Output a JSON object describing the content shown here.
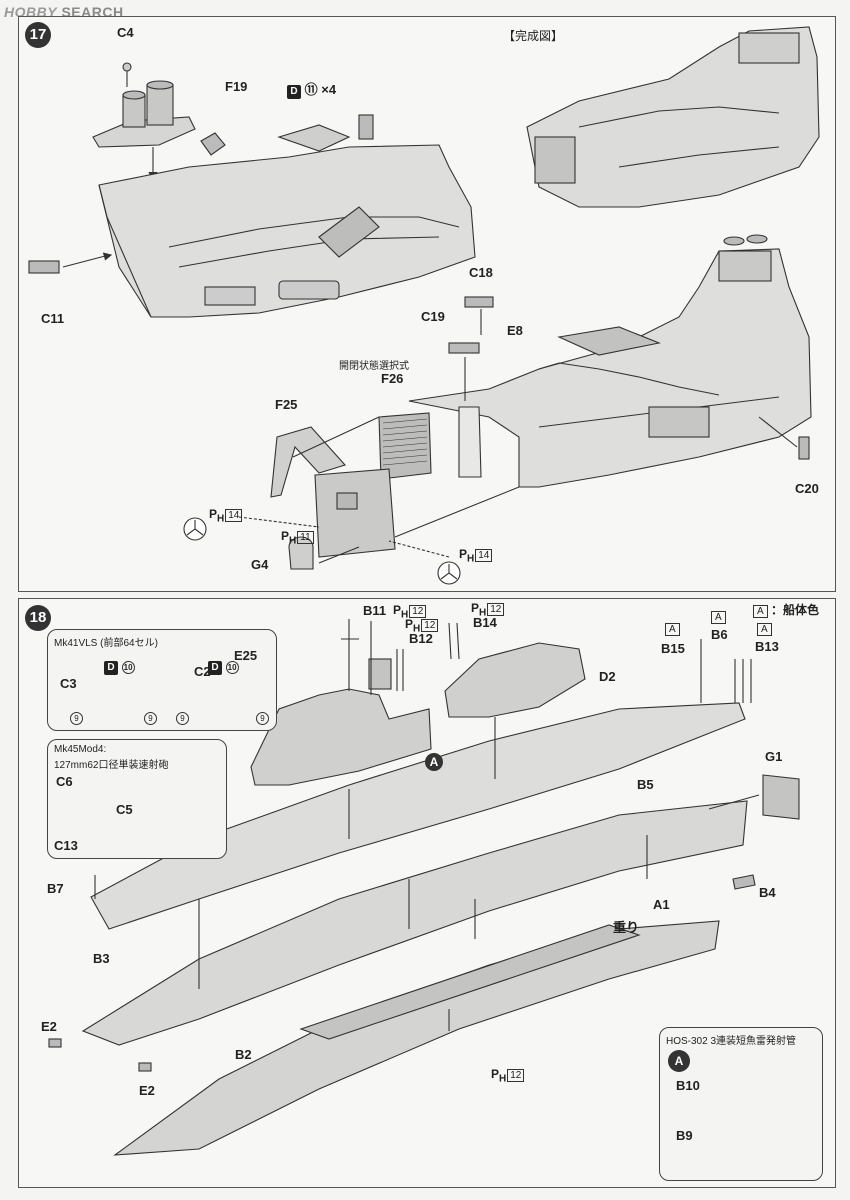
{
  "watermark": {
    "brand": "HOBBY",
    "text": "SEARCH"
  },
  "step17": {
    "number": "17",
    "completed_label": "【完成図】",
    "open_state_note": "開閉状態選択式",
    "d_badge": "D",
    "d_num": "⑪",
    "d_mult": "×4",
    "labels": {
      "c4": "C4",
      "f19": "F19",
      "c11": "C11",
      "c18": "C18",
      "e8": "E8",
      "c19": "C19",
      "f26": "F26",
      "f25": "F25",
      "c20": "C20",
      "g4": "G4"
    },
    "ph_a": {
      "prefix": "P",
      "sub": "H",
      "num": "14"
    },
    "ph_b": {
      "prefix": "P",
      "sub": "H",
      "num": "11"
    },
    "ph_c": {
      "prefix": "P",
      "sub": "H",
      "num": "14"
    }
  },
  "step18": {
    "number": "18",
    "hull_color_badge": "A",
    "hull_color_text": "：船体色",
    "mk41": {
      "title": "Mk41VLS (前部64セル)",
      "c3": "C3",
      "c2": "C2",
      "e25": "E25",
      "d_badge": "D",
      "d_num": "10",
      "marks": [
        "9",
        "9",
        "9",
        "9"
      ]
    },
    "mk45": {
      "title_line1": "Mk45Mod4:",
      "title_line2": "127mm62口径単装速射砲",
      "c6": "C6",
      "c5": "C5",
      "c13": "C13"
    },
    "labels": {
      "b11": "B11",
      "b12": "B12",
      "b14": "B14",
      "d2": "D2",
      "b15": "B15",
      "b6": "B6",
      "b13": "B13",
      "g1": "G1",
      "b5": "B5",
      "b4": "B4",
      "a1": "A1",
      "b7": "B7",
      "b3": "B3",
      "e2a": "E2",
      "e2b": "E2",
      "b2": "B2",
      "weight": "重り",
      "a_marker": "A"
    },
    "a_badges": [
      "A",
      "A",
      "A"
    ],
    "ph_b11": {
      "prefix": "P",
      "sub": "H",
      "num": "12"
    },
    "ph_b12": {
      "prefix": "P",
      "sub": "H",
      "num": "12"
    },
    "ph_b14": {
      "prefix": "P",
      "sub": "H",
      "num": "12"
    },
    "ph_bottom": {
      "prefix": "P",
      "sub": "H",
      "num": "12"
    },
    "hos": {
      "title": "HOS-302 3連装短魚雷発射管",
      "badge": "A",
      "b10": "B10",
      "b9": "B9"
    }
  }
}
